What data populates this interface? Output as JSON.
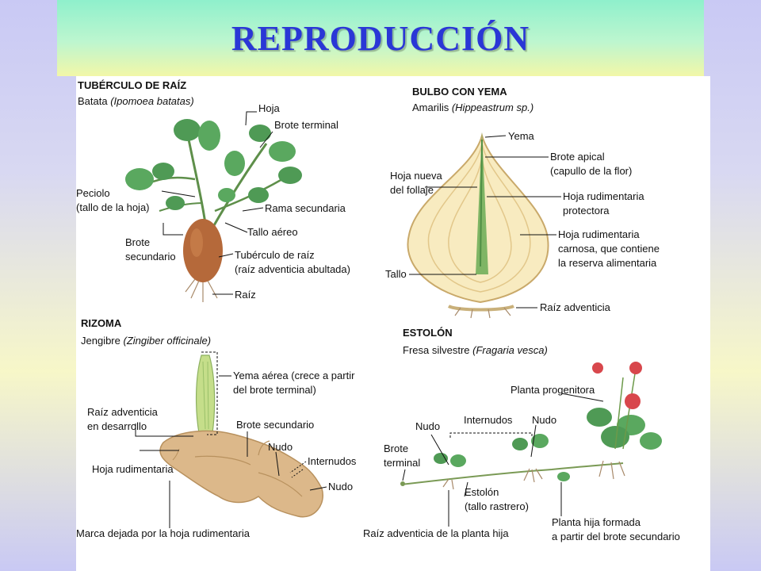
{
  "title": "REPRODUCCIÓN",
  "panels": {
    "tuber": {
      "heading": "TUBÉRCULO DE RAÍZ",
      "species_common": "Batata ",
      "species_latin": "(Ipomoea batatas)",
      "labels": {
        "hoja": "Hoja",
        "brote_terminal": "Brote terminal",
        "peciolo_1": "Peciolo",
        "peciolo_2": "(tallo de la hoja)",
        "rama_secundaria": "Rama secundaria",
        "tallo_aereo": "Tallo aéreo",
        "brote_secundario_1": "Brote",
        "brote_secundario_2": "secundario",
        "tuberculo_1": "Tubérculo de raíz",
        "tuberculo_2": "(raíz adventicia abultada)",
        "raiz": "Raíz"
      }
    },
    "bulb": {
      "heading": "BULBO CON YEMA",
      "species_common": "Amarilis ",
      "species_latin": "(Hippeastrum sp.)",
      "labels": {
        "yema": "Yema",
        "brote_apical_1": "Brote apical",
        "brote_apical_2": "(capullo de la flor)",
        "hoja_nueva_1": "Hoja nueva",
        "hoja_nueva_2": "del follaje",
        "hoja_rud_prot_1": "Hoja rudimentaria",
        "hoja_rud_prot_2": "protectora",
        "hoja_rud_carn_1": "Hoja rudimentaria",
        "hoja_rud_carn_2": "carnosa, que contiene",
        "hoja_rud_carn_3": "la reserva alimentaria",
        "tallo": "Tallo",
        "raiz_adventicia": "Raíz adventicia"
      }
    },
    "rhizome": {
      "heading": "RIZOMA",
      "species_common": "Jengibre ",
      "species_latin": "(Zingiber officinale)",
      "labels": {
        "yema_aerea_1": "Yema aérea (crece a partir",
        "yema_aerea_2": "del brote terminal)",
        "raiz_adv_1": "Raíz adventicia",
        "raiz_adv_2": "en desarrollo",
        "brote_secundario": "Brote secundario",
        "nudo_top": "Nudo",
        "internudos": "Internudos",
        "hoja_rudimentaria": "Hoja rudimentaria",
        "nudo_bottom": "Nudo",
        "marca": "Marca dejada por la hoja rudimentaria"
      }
    },
    "stolon": {
      "heading": "ESTOLÓN",
      "species_common": "Fresa silvestre ",
      "species_latin": "(Fragaria vesca)",
      "labels": {
        "planta_progenitora": "Planta progenitora",
        "internudos": "Internudos",
        "nudo_left": "Nudo",
        "nudo_right": "Nudo",
        "brote_terminal_1": "Brote",
        "brote_terminal_2": "terminal",
        "estolon_1": "Estolón",
        "estolon_2": "(tallo rastrero)",
        "raiz_adv_hija": "Raíz adventicia de la planta hija",
        "planta_hija_1": "Planta hija formada",
        "planta_hija_2": "a partir del brote secundario"
      }
    }
  },
  "colors": {
    "title_text": "#2a37d6",
    "leaf_green": "#4f9a55",
    "tuber_brown": "#b5693a",
    "bulb_cream": "#f8ebc0",
    "ginger_tan": "#dcb88a",
    "strawberry_red": "#d8474c"
  }
}
